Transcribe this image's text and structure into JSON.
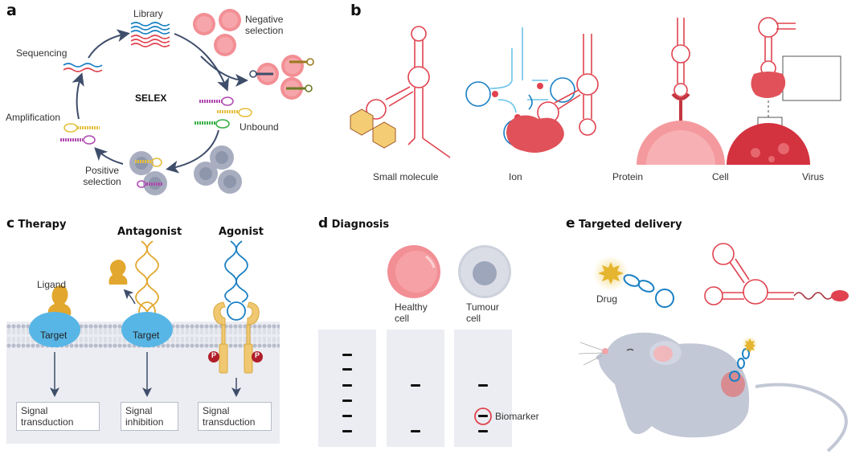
{
  "colors": {
    "aptamer_red": "#e0434f",
    "aptamer_blue": "#1a80c4",
    "light_blue": "#6cc3ea",
    "target_blue": "#58b6e6",
    "ligand_gold": "#e2a72e",
    "arrow_navy": "#3e4d6a",
    "pink_cell": "#f5a2a5",
    "grey_cell": "#b9bfce",
    "membrane_bg": "#ecedf2",
    "lane_bg": "#ecedf2",
    "phospho_red": "#b01e2b"
  },
  "panel_a": {
    "letter": "a",
    "center_label": "SELEX",
    "steps": {
      "library": "Library",
      "negative_selection": "Negative selection",
      "unbound": "Unbound",
      "positive_selection": "Positive selection",
      "amplification": "Amplification",
      "sequencing": "Sequencing"
    }
  },
  "panel_b": {
    "letter": "b",
    "targets": [
      "Small molecule",
      "Ion",
      "Protein",
      "Cell",
      "Virus"
    ]
  },
  "panel_c": {
    "letter": "c",
    "title": "Therapy",
    "columns": [
      {
        "heading": "",
        "ligand_label": "Ligand",
        "receptor_label": "Target",
        "outcome_line1": "Signal",
        "outcome_line2": "transduction"
      },
      {
        "heading": "Antagonist",
        "receptor_label": "Target",
        "outcome_line1": "Signal",
        "outcome_line2": "inhibition"
      },
      {
        "heading": "Agonist",
        "phospho_label": "P",
        "outcome_line1": "Signal",
        "outcome_line2": "transduction"
      }
    ]
  },
  "panel_d": {
    "letter": "d",
    "title": "Diagnosis",
    "cells": [
      {
        "line1": "Healthy",
        "line2": "cell"
      },
      {
        "line1": "Tumour",
        "line2": "cell"
      }
    ],
    "lanes": [
      {
        "name": "ladder",
        "band_count": 6
      },
      {
        "name": "healthy",
        "band_count": 2
      },
      {
        "name": "tumour",
        "band_count": 3
      }
    ],
    "biomarker_label": "Biomarker"
  },
  "panel_e": {
    "letter": "e",
    "title": "Targeted delivery",
    "drug_label": "Drug"
  }
}
